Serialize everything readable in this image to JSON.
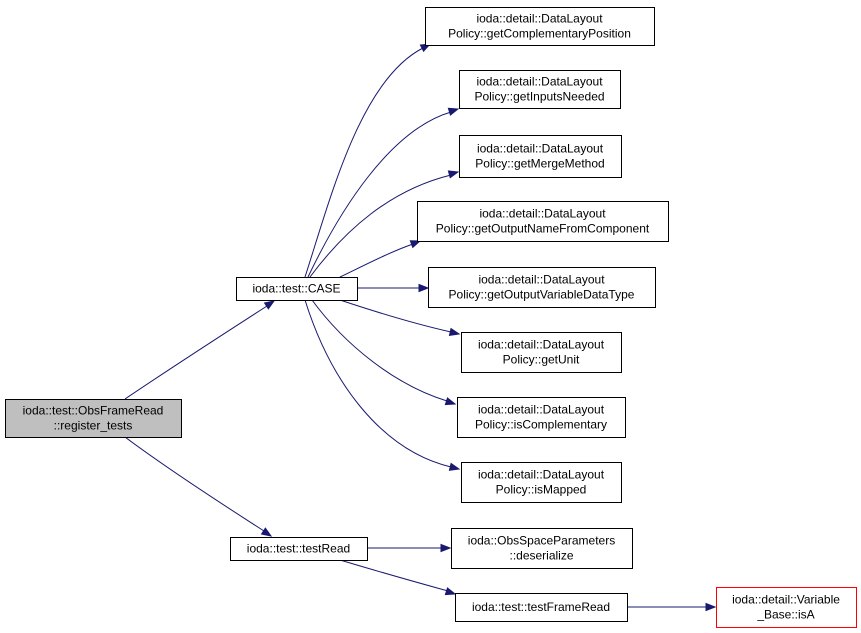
{
  "nodes": {
    "root": [
      "ioda::test::ObsFrameRead",
      "::register_tests"
    ],
    "case": [
      "ioda::test::CASE"
    ],
    "testread": [
      "ioda::test::testRead"
    ],
    "getcomp": [
      "ioda::detail::DataLayout",
      "Policy::getComplementaryPosition"
    ],
    "getinputs": [
      "ioda::detail::DataLayout",
      "Policy::getInputsNeeded"
    ],
    "getmerge": [
      "ioda::detail::DataLayout",
      "Policy::getMergeMethod"
    ],
    "getoutname": [
      "ioda::detail::DataLayout",
      "Policy::getOutputNameFromComponent"
    ],
    "getoutvar": [
      "ioda::detail::DataLayout",
      "Policy::getOutputVariableDataType"
    ],
    "getunit": [
      "ioda::detail::DataLayout",
      "Policy::getUnit"
    ],
    "iscomp": [
      "ioda::detail::DataLayout",
      "Policy::isComplementary"
    ],
    "ismapped": [
      "ioda::detail::DataLayout",
      "Policy::isMapped"
    ],
    "deser": [
      "ioda::ObsSpaceParameters",
      "::deserialize"
    ],
    "frameread": [
      "ioda::test::testFrameRead"
    ],
    "isa": [
      "ioda::detail::Variable",
      "_Base::isA"
    ]
  },
  "edges": [
    [
      "root",
      "case"
    ],
    [
      "root",
      "testread"
    ],
    [
      "case",
      "getcomp"
    ],
    [
      "case",
      "getinputs"
    ],
    [
      "case",
      "getmerge"
    ],
    [
      "case",
      "getoutname"
    ],
    [
      "case",
      "getoutvar"
    ],
    [
      "case",
      "getunit"
    ],
    [
      "case",
      "iscomp"
    ],
    [
      "case",
      "ismapped"
    ],
    [
      "testread",
      "deser"
    ],
    [
      "testread",
      "frameread"
    ],
    [
      "frameread",
      "isa"
    ]
  ]
}
